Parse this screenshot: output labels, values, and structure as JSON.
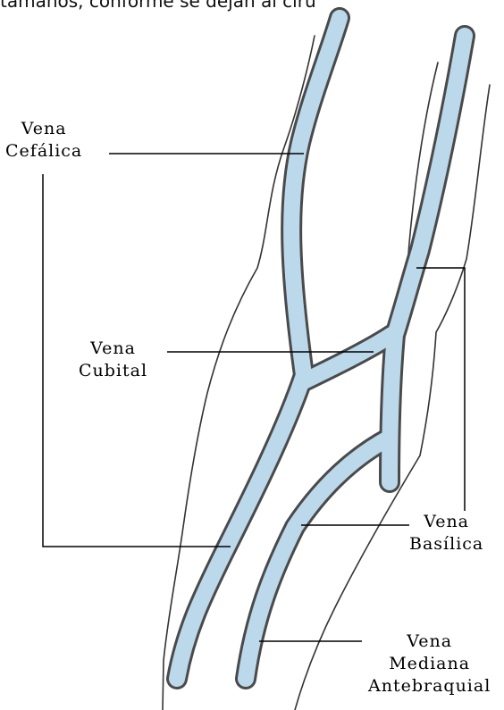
{
  "header_text": "tamaños, conforme se dejan al ciru",
  "colors": {
    "vein_fill": "#bcd9ec",
    "vein_edge": "#4a4a4a",
    "outline": "#333333",
    "leader": "#000000"
  },
  "labels": {
    "cefalica": {
      "line1": "Vena",
      "line2": "Cefálica"
    },
    "cubital": {
      "line1": "Vena",
      "line2": "Cubital"
    },
    "basilica": {
      "line1": "Vena",
      "line2": "Basílica"
    },
    "mediana": {
      "line1": "Vena",
      "line2": "Mediana",
      "line3": "Antebraquial"
    }
  }
}
